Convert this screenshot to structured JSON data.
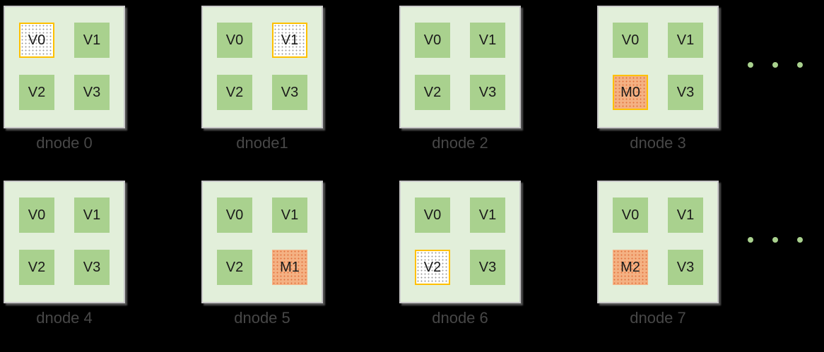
{
  "colors": {
    "background": "#000000",
    "dnode_fill": "#e2efda",
    "dnode_border": "#c9c9c9",
    "vnode_fill": "#a9d18e",
    "mnode_fill": "#f4b183",
    "highlight_border": "#ffc000",
    "label_text": "#474747",
    "ellipsis_dot": "#a9d18e"
  },
  "dnodes": [
    {
      "label": "dnode 0",
      "cells": [
        {
          "text": "V0",
          "type": "vnode-dropped"
        },
        {
          "text": "V1",
          "type": "vnode"
        },
        {
          "text": "V2",
          "type": "vnode"
        },
        {
          "text": "V3",
          "type": "vnode"
        }
      ]
    },
    {
      "label": "dnode1",
      "cells": [
        {
          "text": "V0",
          "type": "vnode"
        },
        {
          "text": "V1",
          "type": "vnode-dropped"
        },
        {
          "text": "V2",
          "type": "vnode"
        },
        {
          "text": "V3",
          "type": "vnode"
        }
      ]
    },
    {
      "label": "dnode 2",
      "cells": [
        {
          "text": "V0",
          "type": "vnode"
        },
        {
          "text": "V1",
          "type": "vnode"
        },
        {
          "text": "V2",
          "type": "vnode"
        },
        {
          "text": "V3",
          "type": "vnode"
        }
      ]
    },
    {
      "label": "dnode 3",
      "cells": [
        {
          "text": "V0",
          "type": "vnode"
        },
        {
          "text": "V1",
          "type": "vnode"
        },
        {
          "text": "M0",
          "type": "mnode-highlight"
        },
        {
          "text": "V3",
          "type": "vnode"
        }
      ]
    },
    {
      "label": "dnode 4",
      "cells": [
        {
          "text": "V0",
          "type": "vnode"
        },
        {
          "text": "V1",
          "type": "vnode"
        },
        {
          "text": "V2",
          "type": "vnode"
        },
        {
          "text": "V3",
          "type": "vnode"
        }
      ]
    },
    {
      "label": "dnode 5",
      "cells": [
        {
          "text": "V0",
          "type": "vnode"
        },
        {
          "text": "V1",
          "type": "vnode"
        },
        {
          "text": "V2",
          "type": "vnode"
        },
        {
          "text": "M1",
          "type": "mnode"
        }
      ]
    },
    {
      "label": "dnode 6",
      "cells": [
        {
          "text": "V0",
          "type": "vnode"
        },
        {
          "text": "V1",
          "type": "vnode"
        },
        {
          "text": "V2",
          "type": "vnode-dropped"
        },
        {
          "text": "V3",
          "type": "vnode"
        }
      ]
    },
    {
      "label": "dnode 7",
      "cells": [
        {
          "text": "V0",
          "type": "vnode"
        },
        {
          "text": "V1",
          "type": "vnode"
        },
        {
          "text": "M2",
          "type": "mnode"
        },
        {
          "text": "V3",
          "type": "vnode"
        }
      ]
    }
  ],
  "ellipsis": {
    "dots_per_row": 3
  }
}
